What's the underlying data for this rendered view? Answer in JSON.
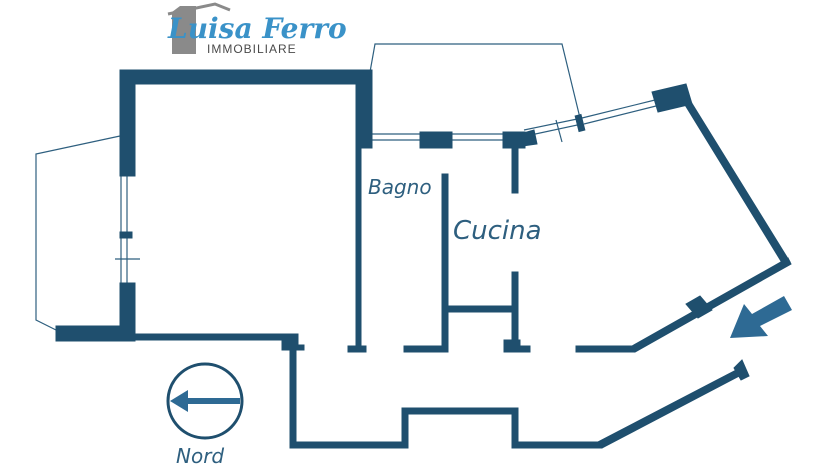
{
  "brand": {
    "name": "Luisa Ferro",
    "subtitle": "IMMOBILIARE",
    "color": "#3a92c8"
  },
  "rooms": {
    "bathroom": "Bagno",
    "kitchen": "Cucina"
  },
  "compass": {
    "label": "Nord"
  },
  "colors": {
    "wall": "#1f4f6e",
    "thin_line": "#2e5f7f",
    "text": "#2e5f7f"
  },
  "icons": [
    "compass-arrow-icon",
    "entrance-arrow-icon",
    "logo-house-icon"
  ]
}
